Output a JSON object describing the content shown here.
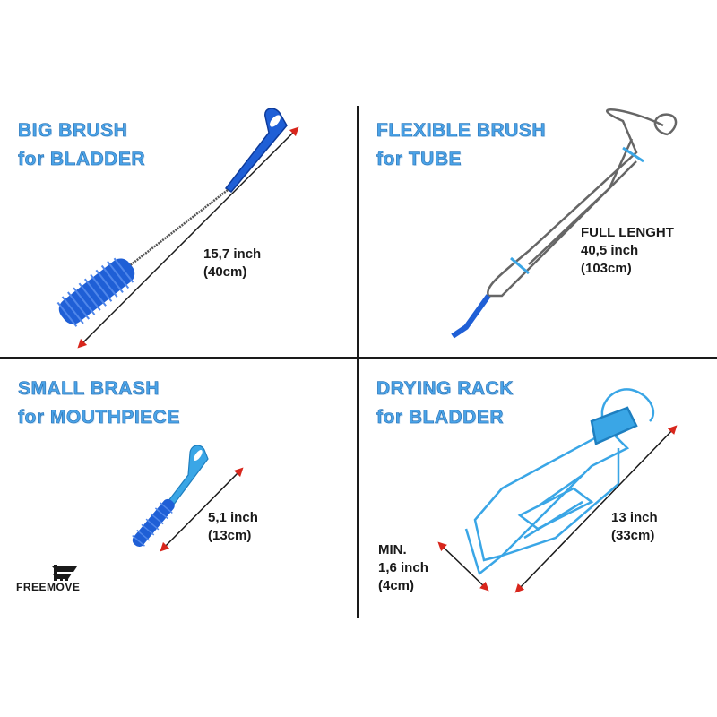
{
  "panels": {
    "big_brush": {
      "title_line1": "BIG BRUSH",
      "title_line2": "for BLADDER",
      "measure_line1": "15,7 inch",
      "measure_line2": "(40cm)"
    },
    "flexible_brush": {
      "title_line1": "FLEXIBLE BRUSH",
      "title_line2": "for TUBE",
      "measure_line1": "FULL  LENGHT",
      "measure_line2": "40,5 inch",
      "measure_line3": "(103cm)"
    },
    "small_brush": {
      "title_line1": "SMALL BRASH",
      "title_line2": "for MOUTHPIECE",
      "measure_line1": "5,1 inch",
      "measure_line2": "(13cm)"
    },
    "drying_rack": {
      "title_line1": "DRYING RACK",
      "title_line2": "for BLADDER",
      "measure_line1": "13 inch",
      "measure_line2": "(33cm)",
      "min_line1": "MIN.",
      "min_line2": "1,6 inch",
      "min_line3": "(4cm)"
    }
  },
  "brand": {
    "logo_text": "FREEMOVE"
  },
  "colors": {
    "title_blue": "#4aa3e8",
    "brush_blue": "#1f5fd6",
    "light_blue": "#3aa6e6",
    "arrow_red": "#d8261c",
    "wire": "#555555"
  }
}
